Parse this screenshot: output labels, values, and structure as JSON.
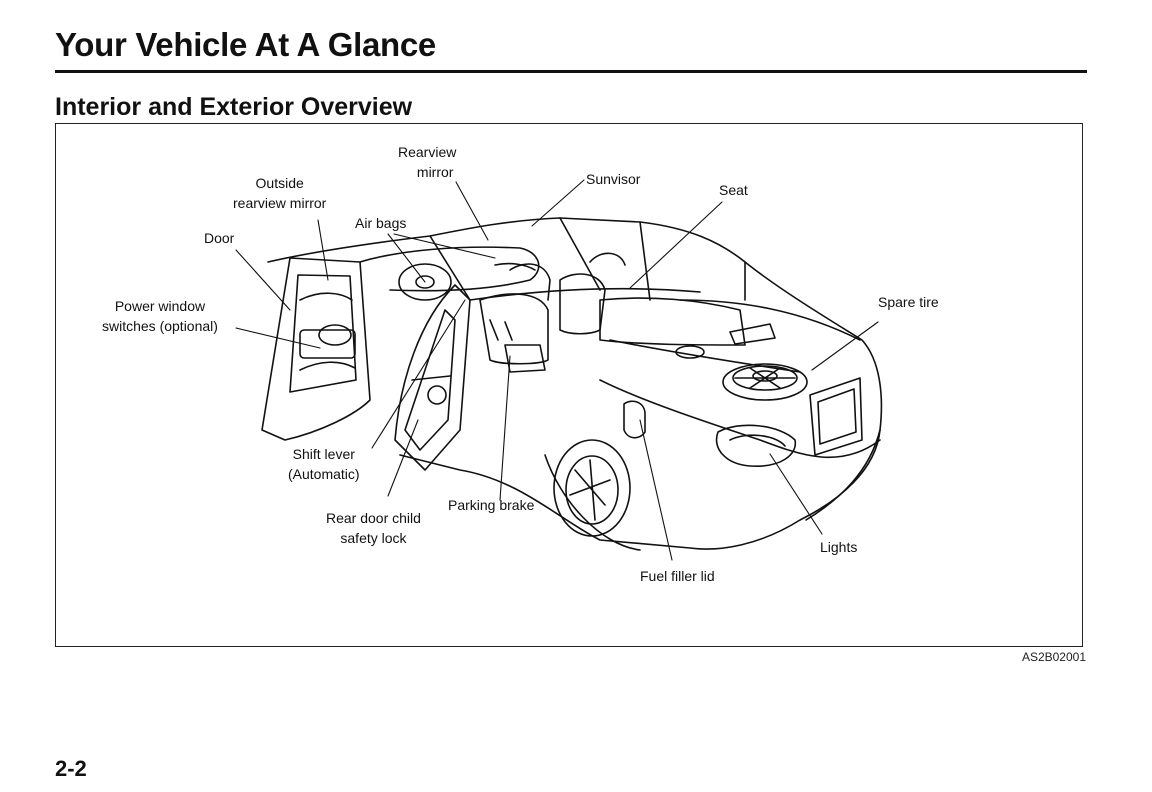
{
  "header": {
    "title": "Your Vehicle At A Glance",
    "section_title": "Interior and Exterior Overview"
  },
  "figure": {
    "callouts": {
      "rearview_mirror": [
        "Rearview",
        "mirror"
      ],
      "outside_mirror": [
        "Outside",
        "rearview mirror"
      ],
      "air_bags": "Air bags",
      "sunvisor": "Sunvisor",
      "seat": "Seat",
      "door": "Door",
      "power_window": [
        "Power window",
        "switches (optional)"
      ],
      "spare_tire": "Spare tire",
      "shift_lever": [
        "Shift lever",
        "(Automatic)"
      ],
      "parking_brake": "Parking brake",
      "rear_door_lock": [
        "Rear door child",
        "safety lock"
      ],
      "lights": "Lights",
      "fuel_filler": "Fuel filler lid"
    },
    "figure_id": "AS2B02001"
  },
  "footer": {
    "page_number": "2-2"
  }
}
